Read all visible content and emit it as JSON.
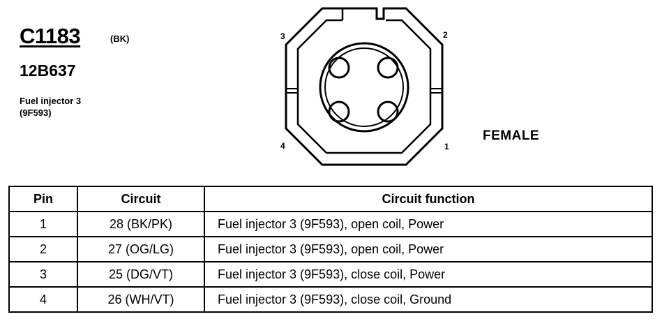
{
  "connector": {
    "id": "C1183",
    "color_code": "(BK)",
    "part_number": "12B637",
    "description_line1": "Fuel injector 3",
    "description_line2": "(9F593)"
  },
  "diagram": {
    "pin_labels": {
      "p1": "1",
      "p2": "2",
      "p3": "3",
      "p4": "4"
    },
    "gender": "FEMALE"
  },
  "table": {
    "headers": {
      "pin": "Pin",
      "circuit": "Circuit",
      "function": "Circuit function"
    },
    "rows": [
      {
        "pin": "1",
        "circuit": "28 (BK/PK)",
        "function": "Fuel injector 3 (9F593), open coil, Power"
      },
      {
        "pin": "2",
        "circuit": "27 (OG/LG)",
        "function": "Fuel injector 3 (9F593), open coil, Power"
      },
      {
        "pin": "3",
        "circuit": "25 (DG/VT)",
        "function": "Fuel injector 3 (9F593), close coil, Power"
      },
      {
        "pin": "4",
        "circuit": "26 (WH/VT)",
        "function": "Fuel injector 3 (9F593), close coil, Ground"
      }
    ]
  }
}
